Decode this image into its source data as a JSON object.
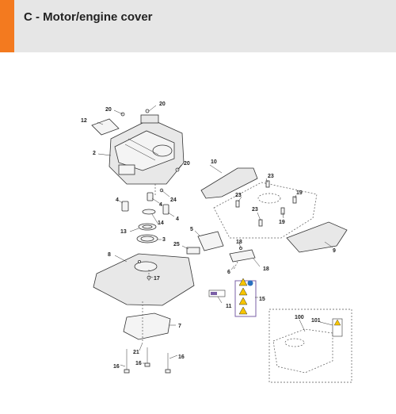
{
  "header": {
    "title": "C - Motor/engine cover",
    "accent_color": "#f37a1f",
    "background_color": "#e6e6e6"
  },
  "callouts": {
    "c20a": "20",
    "c20b": "20",
    "c20c": "20",
    "c12": "12",
    "c2": "2",
    "c10": "10",
    "c23a": "23",
    "c23b": "23",
    "c23c": "23",
    "c19a": "19",
    "c19b": "19",
    "c24": "24",
    "c4a": "4",
    "c4b": "4",
    "c4c": "4",
    "c13": "13",
    "c14": "14",
    "c3": "3",
    "c5": "5",
    "c25": "25",
    "c8": "8",
    "c17": "17",
    "c18a": "18",
    "c18b": "18",
    "c9": "9",
    "c6": "6",
    "c15": "15",
    "c11": "11",
    "c7": "7",
    "c21": "21",
    "c16a": "16",
    "c16b": "16",
    "c16c": "16",
    "c100": "100",
    "c101": "101"
  }
}
